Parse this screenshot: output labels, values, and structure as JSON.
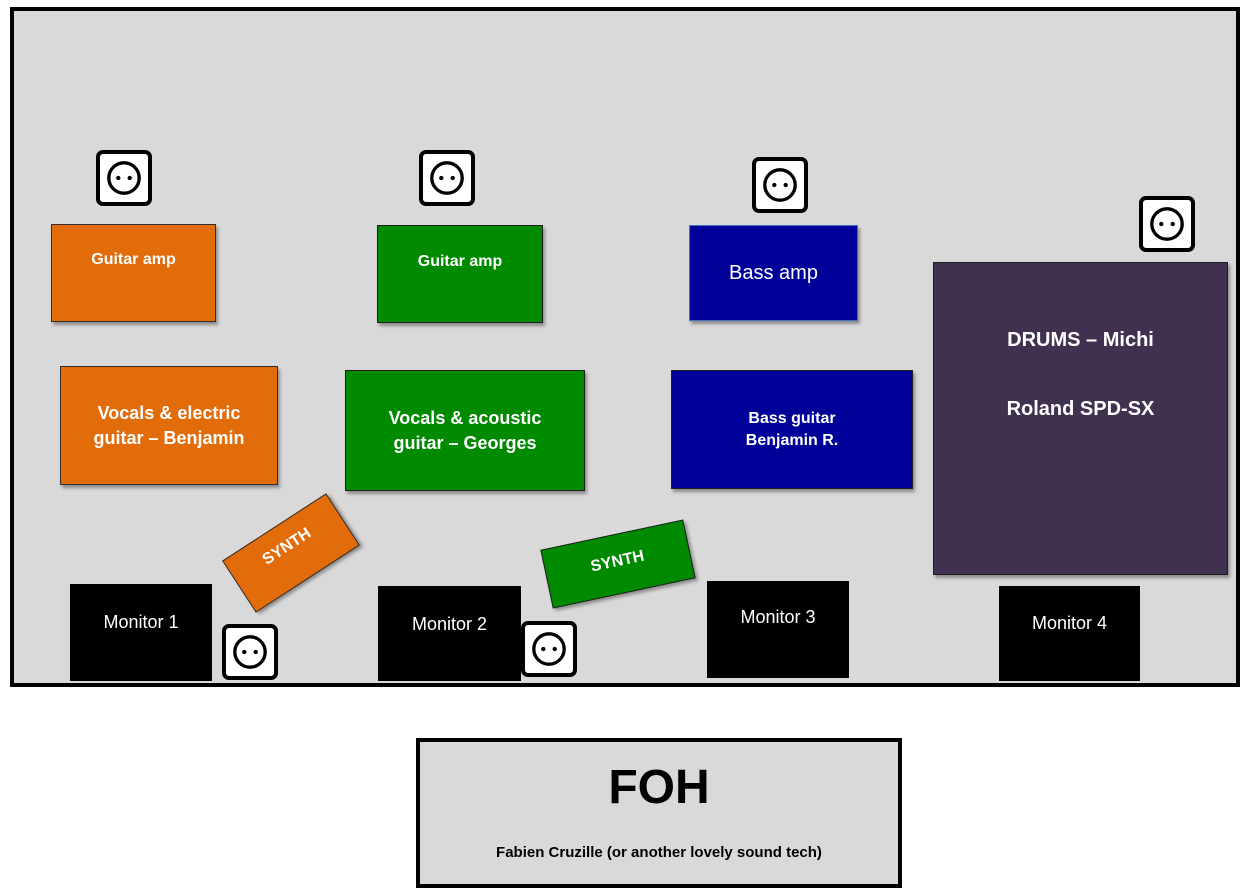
{
  "stage": {
    "amps": {
      "guitar_amp_left": "Guitar amp",
      "guitar_amp_center": "Guitar amp",
      "bass_amp": "Bass amp"
    },
    "players": {
      "benjamin": "Vocals & electric\nguitar – Benjamin",
      "georges": "Vocals & acoustic\nguitar – Georges",
      "bass": "Bass guitar\nBenjamin R.",
      "drums_line1": "DRUMS – Michi",
      "drums_line2": "Roland SPD-SX"
    },
    "synths": {
      "synth_left": "SYNTH",
      "synth_right": "SYNTH"
    },
    "monitors": {
      "m1": "Monitor 1",
      "m2": "Monitor 2",
      "m3": "Monitor 3",
      "m4": "Monitor 4"
    },
    "icons": [
      "power-outlet-icon"
    ]
  },
  "foh": {
    "title": "FOH",
    "subtitle": "Fabien Cruzille (or another lovely sound tech)"
  },
  "colors": {
    "stage_bg": "#d9d9d9",
    "orange": "#e36c0a",
    "green": "#008a00",
    "navy": "#000099",
    "purple": "#403151",
    "monitor": "#000000"
  }
}
